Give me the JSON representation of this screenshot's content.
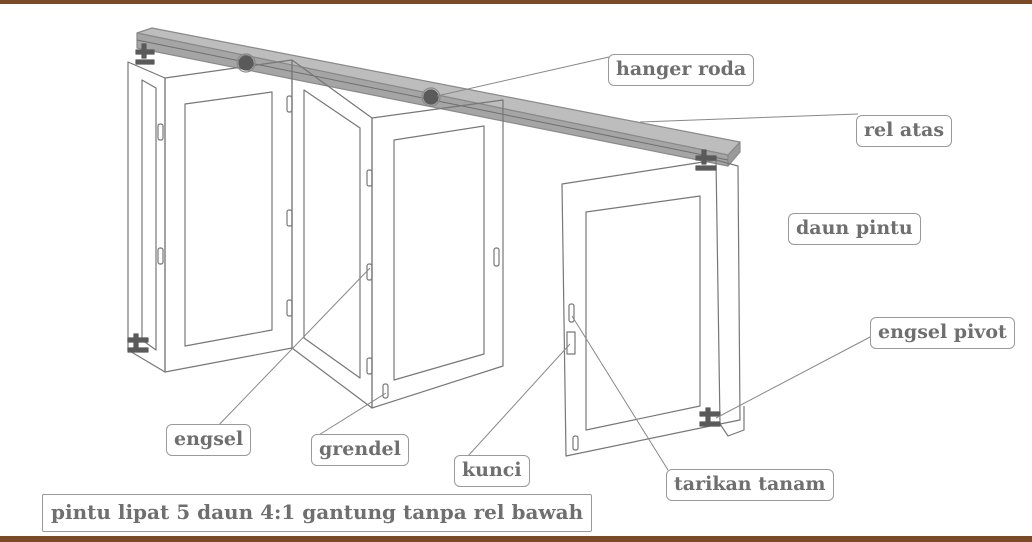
{
  "labels": {
    "hanger_roda": "hanger roda",
    "rel_atas": "rel atas",
    "daun_pintu": "daun pintu",
    "engsel_pivot": "engsel pivot",
    "engsel": "engsel",
    "grendel": "grendel",
    "kunci": "kunci",
    "tarikan_tanam": "tarikan tanam"
  },
  "caption": "pintu lipat 5 daun 4:1 gantung tanpa rel bawah",
  "colors": {
    "frame_band": "#7a4a26",
    "label_border": "#9a9a9a",
    "label_text": "#6f6f6f",
    "rail_fill": "#bdbdbd",
    "hardware": "#5a5a5a",
    "line_art": "#777777"
  }
}
